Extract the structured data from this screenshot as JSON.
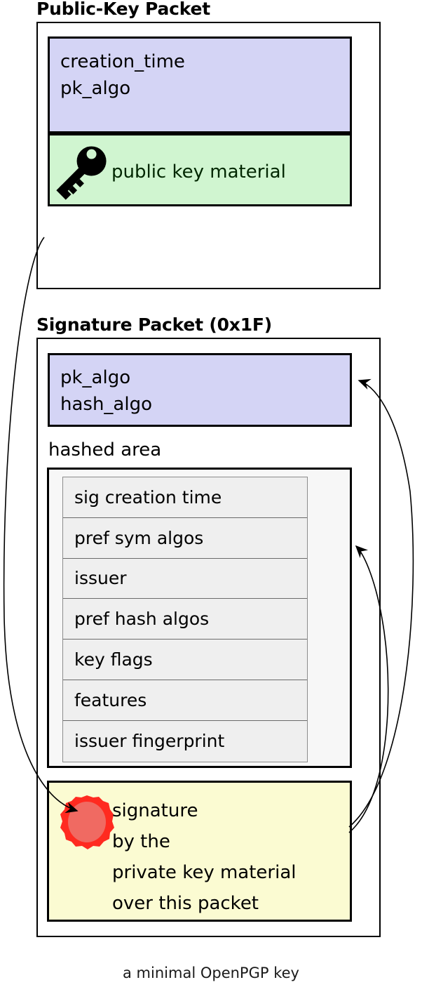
{
  "caption": "a minimal OpenPGP key",
  "colors": {
    "purple_fill": "#d4d4f5",
    "green_fill": "#d0f5d0",
    "yellow_fill": "#fbfbd2",
    "hashed_fill": "#f7f7f7",
    "row_fill": "#efefef",
    "seal_red": "#ff2a20",
    "seal_inner": "#f06a62",
    "key_black": "#000000",
    "stroke": "#000000"
  },
  "public_key_packet": {
    "title": "Public-Key Packet",
    "header_fields": "creation_time\npk_algo\n\n...",
    "header_lines": [
      "creation_time",
      "pk_algo",
      "...'"
    ],
    "key_material": {
      "icon": "key-icon",
      "label": "public key material"
    }
  },
  "signature_packet": {
    "title": "Signature Packet (0x1F)",
    "algo_fields": "pk_algo\nhash_algo",
    "hashed_area_label": "hashed area",
    "subpackets": [
      "sig creation time",
      "pref sym algos",
      "issuer",
      "pref hash algos",
      "key flags",
      "features",
      "issuer fingerprint"
    ],
    "signature_block": {
      "icon": "wax-seal-icon",
      "text": "signature\nby the\nprivate key material\nover this packet"
    }
  }
}
